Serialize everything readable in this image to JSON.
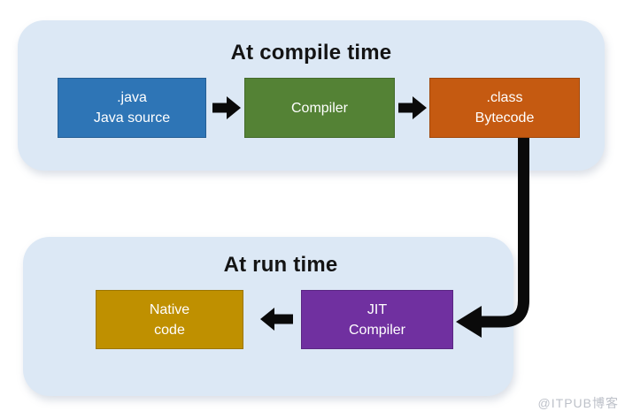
{
  "compile_section": {
    "title": "At compile time",
    "java_box": {
      "line1": ".java",
      "line2": "Java source",
      "color": "#2e75b6"
    },
    "compiler_box": {
      "line1": "Compiler",
      "color": "#548235"
    },
    "class_box": {
      "line1": ".class",
      "line2": "Bytecode",
      "color": "#c55a11"
    }
  },
  "run_section": {
    "title": "At run time",
    "native_box": {
      "line1": "Native",
      "line2": "code",
      "color": "#bf9000"
    },
    "jit_box": {
      "line1": "JIT",
      "line2": "Compiler",
      "color": "#7030a0"
    }
  },
  "watermark": "@ITPUB博客",
  "colors": {
    "canvas_bg": "#ffffff",
    "panel_bg": "#dce8f5",
    "title_text": "#141414",
    "node_text": "#ffffff",
    "arrow": "#0a0a0a",
    "watermark_text": "#bdc1c9"
  }
}
